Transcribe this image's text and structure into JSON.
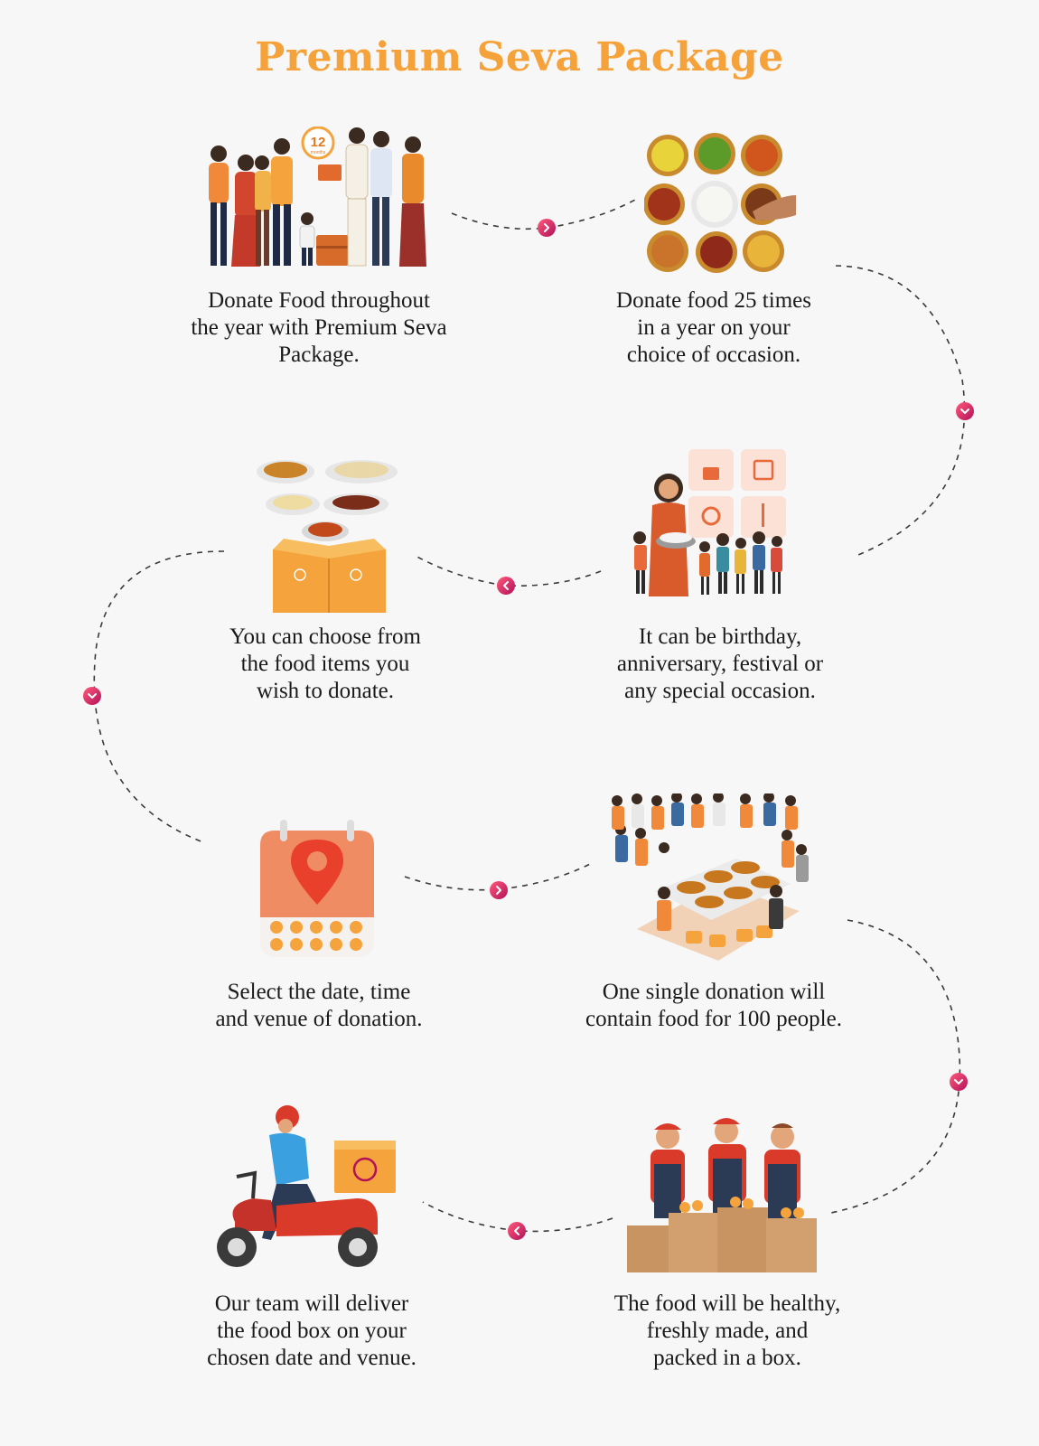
{
  "title": "Premium Seva Package",
  "colors": {
    "title": "#f6a23a",
    "accent_dot_start": "#ff5b7a",
    "accent_dot_end": "#b3105a",
    "connector": "#3a3a3a",
    "box": "#f5a33c",
    "shirt": "#f08a3a"
  },
  "steps": [
    {
      "text_lines": [
        "Donate Food throughout",
        "the year with Premium Seva",
        "Package."
      ],
      "illustration": "family-donation-12-months-illustration",
      "badge": "12",
      "badge_sub": "months"
    },
    {
      "text_lines": [
        "Donate food 25 times",
        "in a year on your",
        "choice of occasion."
      ],
      "illustration": "food-bowls-thali-illustration"
    },
    {
      "text_lines": [
        "It can be birthday,",
        "anniversary, festival or",
        "any special occasion."
      ],
      "illustration": "woman-serving-children-occasions-illustration"
    },
    {
      "text_lines": [
        "You can choose from",
        "the food items you",
        "wish to donate."
      ],
      "illustration": "food-plates-box-illustration"
    },
    {
      "text_lines": [
        "Select the date, time",
        "and venue of donation."
      ],
      "illustration": "calendar-location-pin-illustration"
    },
    {
      "text_lines": [
        "One single donation will",
        "contain food for 100 people."
      ],
      "illustration": "crowd-food-table-illustration"
    },
    {
      "text_lines": [
        "The food will be healthy,",
        "freshly made, and",
        "packed in a box."
      ],
      "illustration": "chefs-packing-boxes-illustration"
    },
    {
      "text_lines": [
        "Our team will deliver",
        "the food box on your",
        "chosen date and venue."
      ],
      "illustration": "scooter-delivery-illustration"
    }
  ]
}
